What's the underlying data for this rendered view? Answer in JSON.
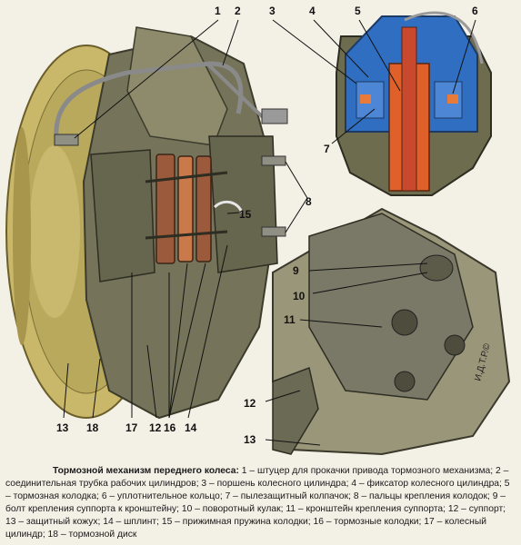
{
  "figure": {
    "callouts": {
      "c1": "1",
      "c2": "2",
      "c3": "3",
      "c4": "4",
      "c5": "5",
      "c6": "6",
      "c7": "7",
      "c8": "8",
      "c9": "9",
      "c10": "10",
      "c11": "11",
      "c12a": "12",
      "c12b": "12",
      "c13a": "13",
      "c13b": "13",
      "c14": "14",
      "c15": "15",
      "c16": "16",
      "c17": "17",
      "c18": "18"
    },
    "watermark": "И.Д.Т.Р.©",
    "colors": {
      "background": "#f3f0e6",
      "caliper": "#6f6e52",
      "disc_shield": "#c9b86a",
      "cylinder_blue": "#2f6ec0",
      "piston_orange": "#e0602a",
      "disc_red": "#c8492e",
      "knuckle": "#7a7967"
    }
  },
  "caption": {
    "title": "Тормозной механизм переднего колеса:",
    "body": " 1 – штуцер для прокачки привода тормозного механизма; 2 – соединительная трубка рабочих цилиндров; 3 – поршень колесного цилиндра; 4 – фиксатор колесного цилиндра; 5 – тормозная колодка; 6 – уплотнительное кольцо; 7 – пылезащитный колпачок; 8 – пальцы крепления колодок; 9 – болт крепления суппорта к кронштейну; 10 – поворотный кулак; 11 – кронштейн крепления суппорта; 12 – суппорт; 13 – защитный кожух; 14 – шплинт; 15 – прижимная пружина колодки; 16 – тормозные колодки; 17 – колесный цилиндр; 18 – тормозной диск"
  }
}
